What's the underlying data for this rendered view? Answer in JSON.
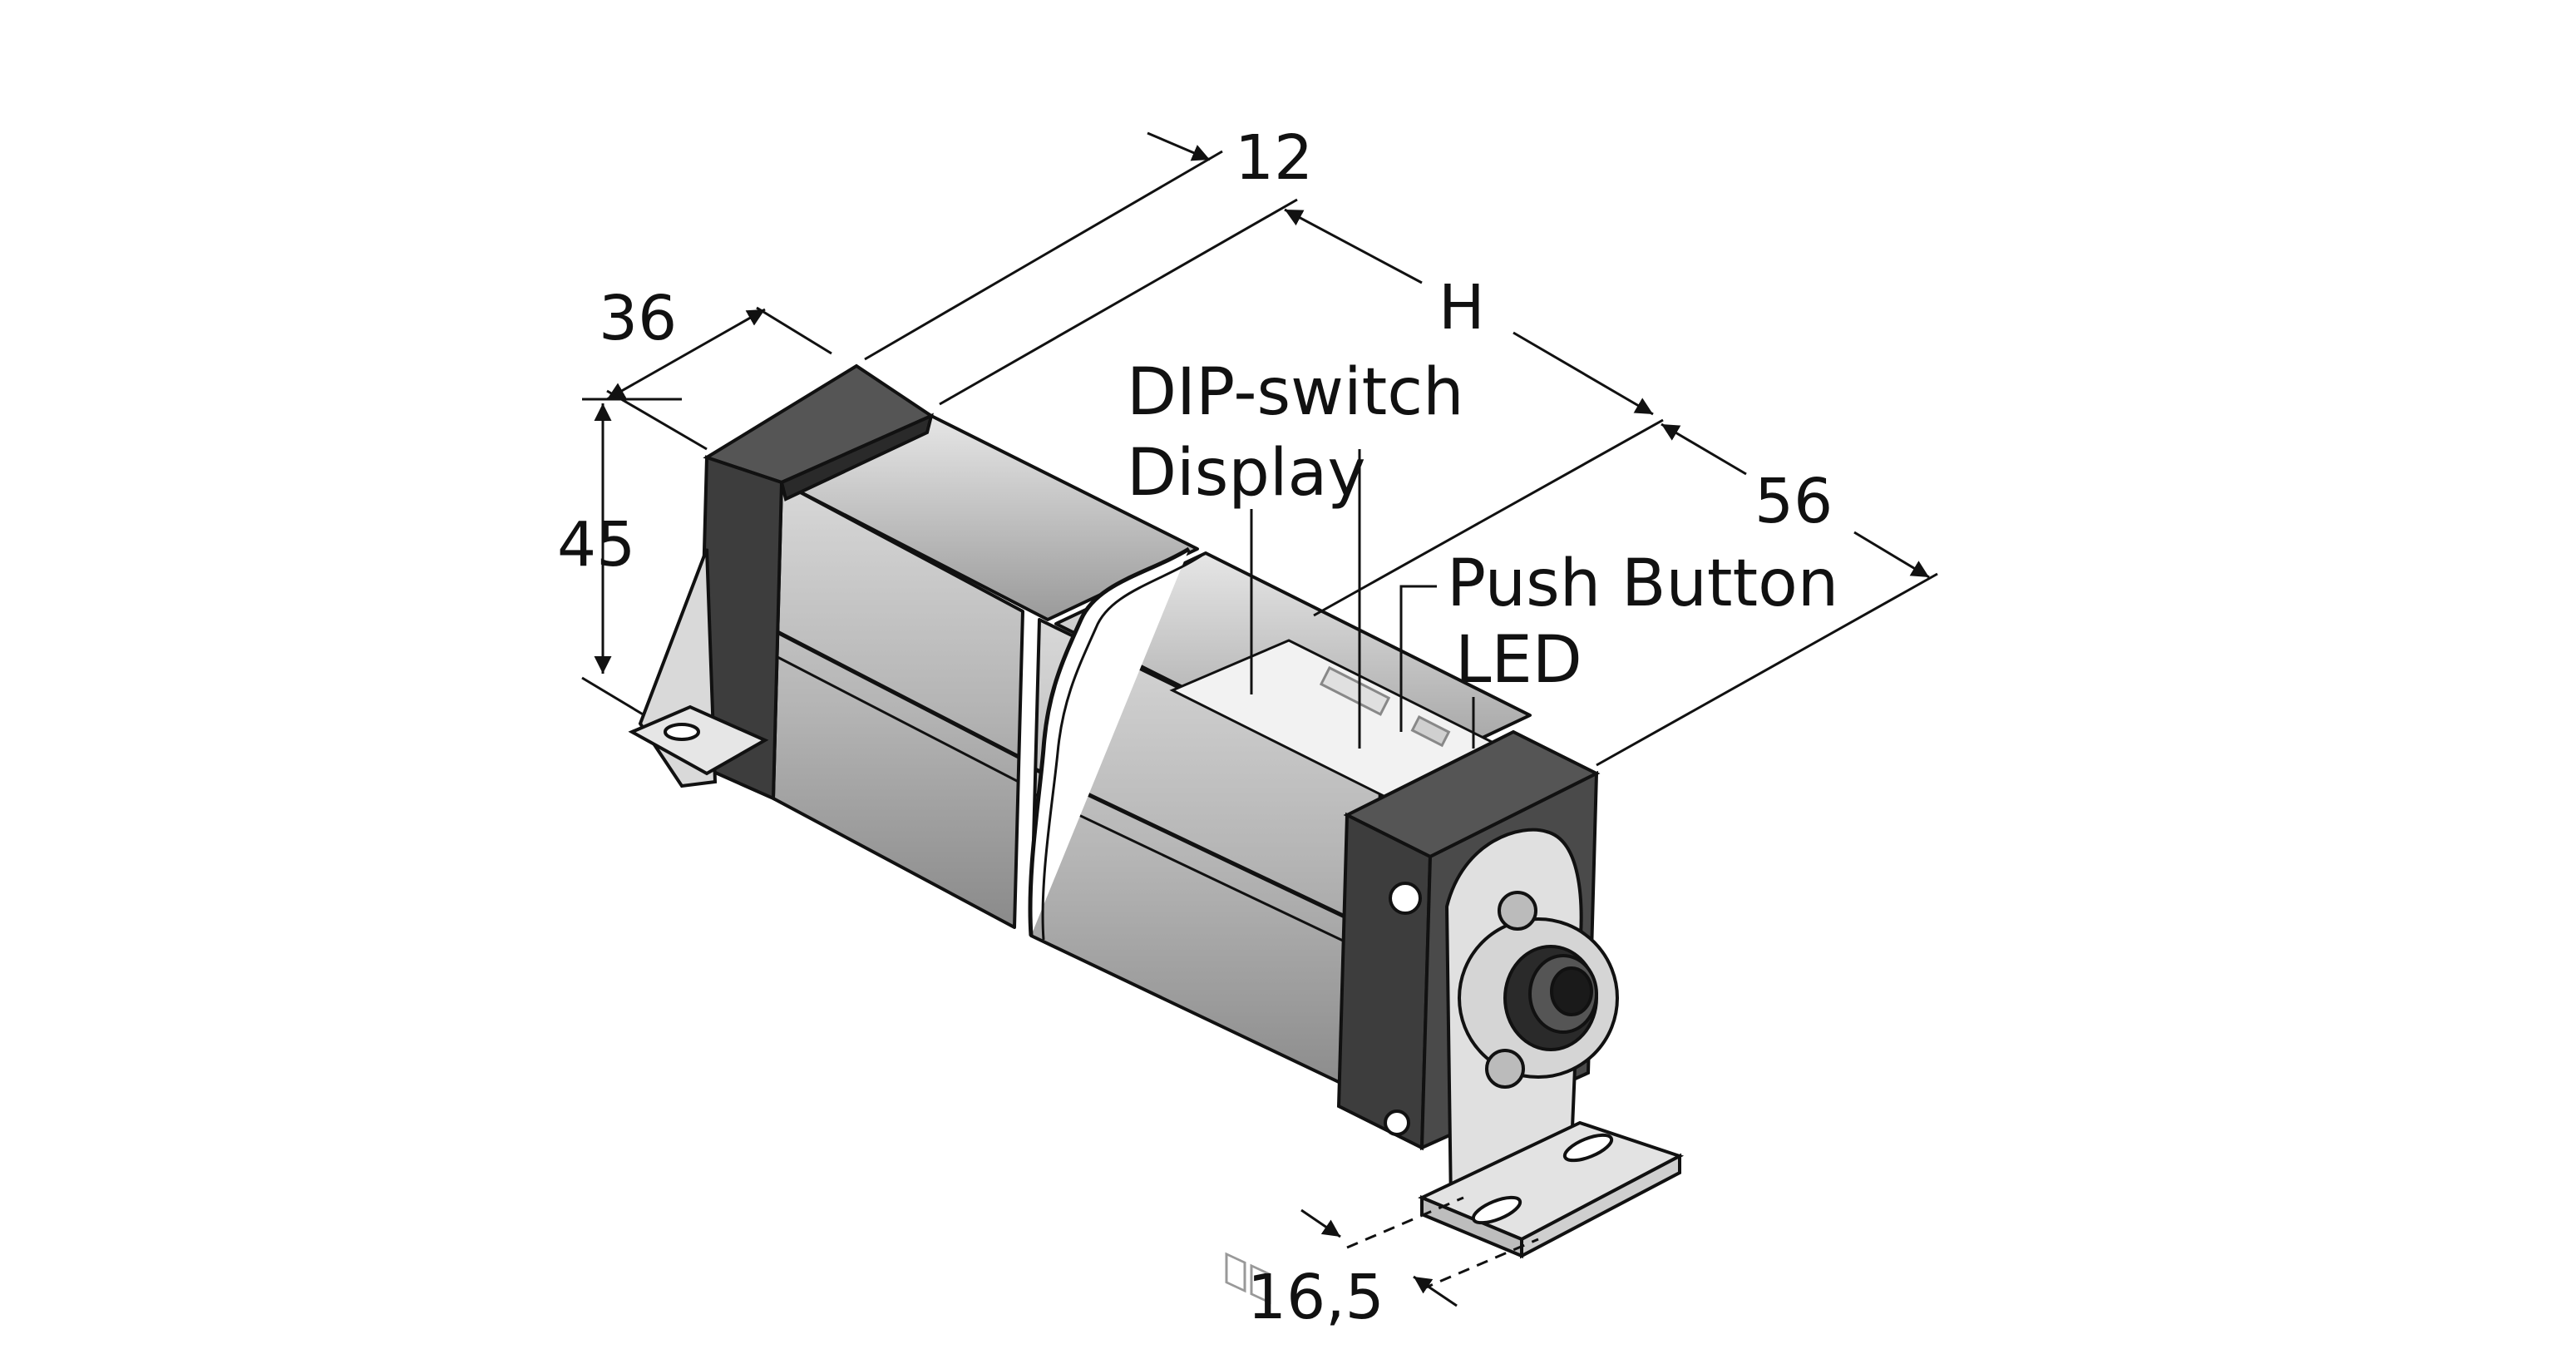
{
  "drawing": {
    "description_labels": {
      "dip_switch": "DIP-switch",
      "display": "Display",
      "push_button": "Push Button",
      "led": "LED"
    },
    "dimensions": {
      "top_offset": "12",
      "height_param": "H",
      "width": "36",
      "height": "45",
      "end_length": "56",
      "bracket_offset": "16,5"
    },
    "colors": {
      "body_light": "#cfcfcf",
      "body_mid": "#a9a9a9",
      "body_dark": "#7d7d7d",
      "endcap": "#3d3d3d",
      "endcap_edge": "#1a1a1a",
      "bracket": "#d9d9d9",
      "line": "#111111"
    }
  }
}
